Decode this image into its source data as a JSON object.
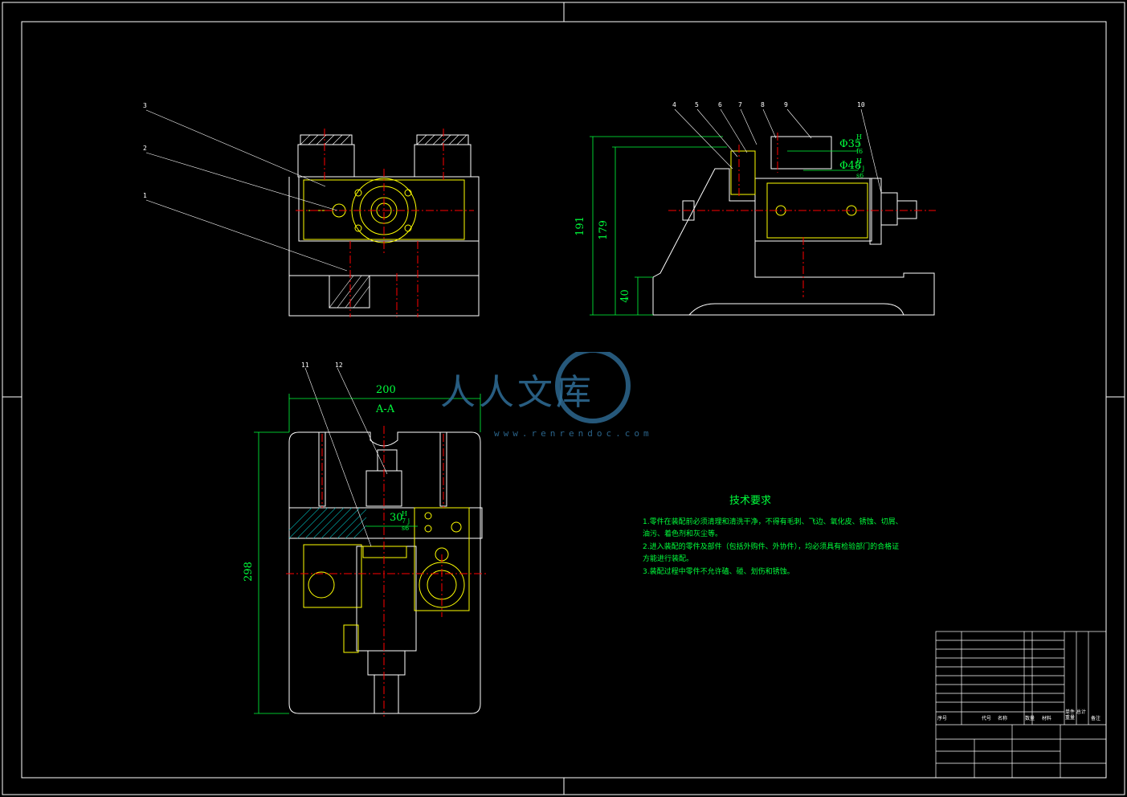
{
  "drawing": {
    "section_label": "A-A",
    "dimensions": {
      "width_200": "200",
      "height_298": "298",
      "height_191": "191",
      "height_179": "179",
      "height_40": "40",
      "dia_35": "Φ35",
      "dia_48": "Φ48",
      "fit_35": "H7 f6",
      "fit_48": "H7 js6",
      "bore_30": "30",
      "fit_30": "H7 js6"
    },
    "balloons": {
      "front": [
        "3",
        "2",
        "1"
      ],
      "side": [
        "4",
        "5",
        "6",
        "7",
        "8",
        "9",
        "10"
      ],
      "section": [
        "11",
        "12"
      ]
    }
  },
  "tech_requirements": {
    "title": "技术要求",
    "lines": [
      "1.零件在装配前必须清理和清洗干净，不得有毛刺、飞边、氧化皮、锈蚀、切屑、",
      "油污、着色剂和灰尘等。",
      "2.进入装配的零件及部件（包括外购件、外协件），均必须具有检验部门的合格证",
      "方能进行装配。",
      "3.装配过程中零件不允许磕、碰、划伤和锈蚀。"
    ]
  },
  "title_block": {
    "header": [
      "序号",
      "代号",
      "名称",
      "数量",
      "材料",
      "单件 总计 重量",
      "备注"
    ]
  },
  "watermark": {
    "text": "人人文库",
    "url": "www.renrendoc.com"
  },
  "colors": {
    "background": "#000000",
    "frame": "#ffffff",
    "part": "#ffff00",
    "dimension": "#00ff3c",
    "center": "#ff0000",
    "section_hatch": "#00a0a0"
  }
}
